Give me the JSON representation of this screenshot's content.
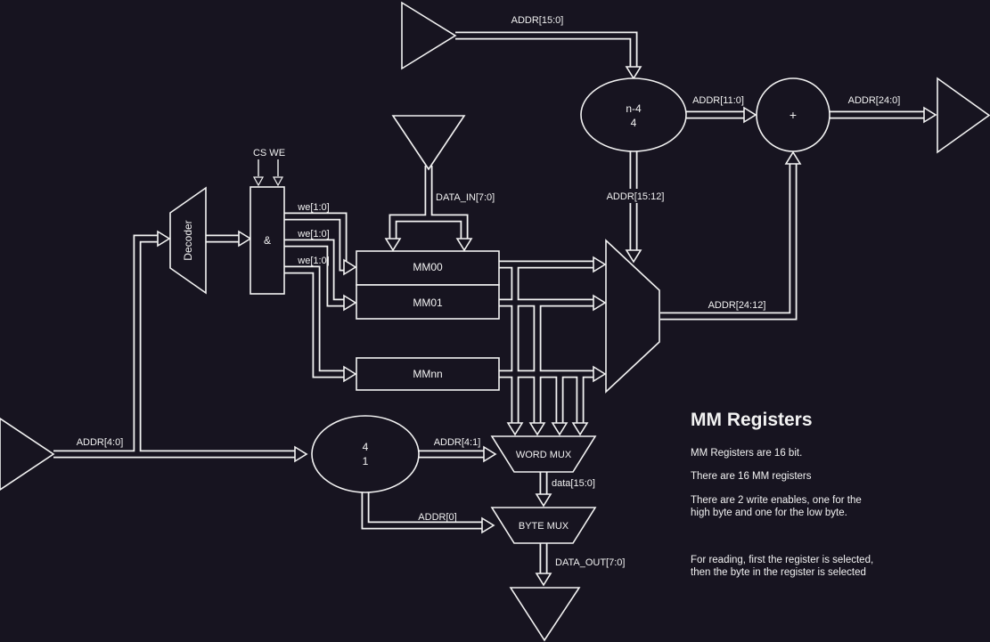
{
  "buses": {
    "addr_15_0": "ADDR[15:0]",
    "addr_11_0": "ADDR[11:0]",
    "addr_24_0": "ADDR[24:0]",
    "addr_15_12": "ADDR[15:12]",
    "addr_24_12": "ADDR[24:12]",
    "addr_4_0": "ADDR[4:0]",
    "addr_4_1": "ADDR[4:1]",
    "addr_0": "ADDR[0]",
    "data_in_7_0": "DATA_IN[7:0]",
    "data_15_0": "data[15:0]",
    "data_out_7_0": "DATA_OUT[7:0]",
    "we_1_0": "we[1:0]",
    "cs_we": "CS WE"
  },
  "nodes": {
    "decoder": "Decoder",
    "and_gate": "&",
    "slice_top": "n-4",
    "slice_bottom": "4",
    "adder": "+",
    "word_sel_top": "4",
    "word_sel_bottom": "1",
    "reg_mm00": "MM00",
    "reg_mm01": "MM01",
    "reg_mmnn": "MMnn",
    "word_mux": "WORD MUX",
    "byte_mux": "BYTE MUX"
  },
  "notes": {
    "title": "MM Registers",
    "line1": "MM Registers are 16 bit.",
    "line2": "There are 16 MM registers",
    "line3a": "There are 2 write enables, one for the",
    "line3b": "high byte and one for the low byte.",
    "line4a": "For reading, first the register is selected,",
    "line4b": "then the byte in the register is selected"
  },
  "colors": {
    "background": "#171420",
    "stroke": "#f2f2f2",
    "text": "#f2f2f2"
  }
}
